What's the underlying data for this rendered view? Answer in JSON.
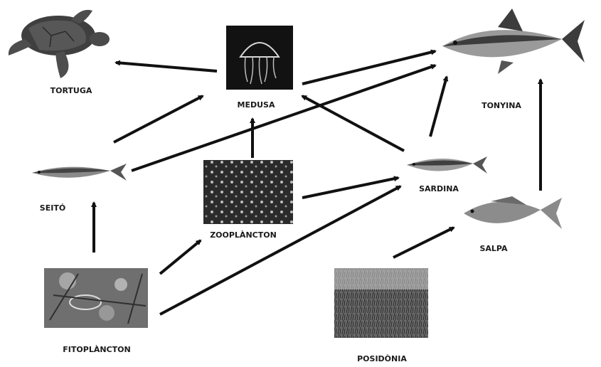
{
  "labels": {
    "tortuga": "TORTUGA",
    "medusa": "MEDUSA",
    "tonyina": "TONYINA",
    "seito": "SEITÓ",
    "zooplancton": "ZOOPLÀNCTON",
    "sardina": "SARDINA",
    "salpa": "SALPA",
    "fitoplancton": "FITOPLÀNCTON",
    "posidonia": "POSIDÒNIA"
  },
  "edges": [
    [
      "medusa",
      "tortuga"
    ],
    [
      "seito",
      "medusa"
    ],
    [
      "seito",
      "tonyina"
    ],
    [
      "medusa",
      "tonyina"
    ],
    [
      "zooplancton",
      "medusa"
    ],
    [
      "zooplancton",
      "sardina"
    ],
    [
      "fitoplancton",
      "seito"
    ],
    [
      "fitoplancton",
      "zooplancton"
    ],
    [
      "fitoplancton",
      "sardina"
    ],
    [
      "sardina",
      "medusa"
    ],
    [
      "sardina",
      "tonyina"
    ],
    [
      "salpa",
      "tonyina"
    ],
    [
      "posidonia",
      "salpa"
    ]
  ]
}
